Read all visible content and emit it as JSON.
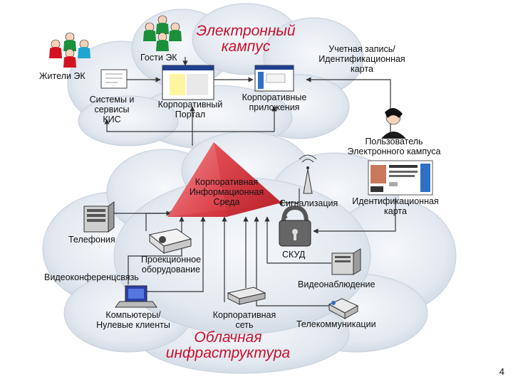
{
  "slide": {
    "title_top": [
      "Электронный",
      "кампус"
    ],
    "title_bottom": [
      "Облачная",
      "инфраструктура"
    ],
    "page_number": "4"
  },
  "nodes": {
    "residents": "Жители ЭК",
    "guests": "Гости ЭК",
    "kis": [
      "Системы и",
      "сервисы",
      "КИС"
    ],
    "portal": [
      "Корпоративный",
      "Портал"
    ],
    "apps": [
      "Корпоративные",
      "приложения"
    ],
    "account": [
      "Учетная запись/",
      "Идентификационная",
      "карта"
    ],
    "user": [
      "Пользователь",
      "Электронного кампуса"
    ],
    "cis": [
      "Корпоративная",
      "Информационная",
      "Среда"
    ],
    "signal": "Сигнализация",
    "idcard": [
      "Идентификационная",
      "карта"
    ],
    "telephony": "Телефония",
    "projection": [
      "Проекционное",
      "оборудование"
    ],
    "videoconf": "Видеоконференцсвязь",
    "skud": "СКУД",
    "surveillance": "Видеонаблюдение",
    "computers": [
      "Компьютеры/",
      "Нулевые клиенты"
    ],
    "network": [
      "Корпоративная",
      "сеть"
    ],
    "telecom": "Телекоммуникации"
  },
  "colors": {
    "title": "#c8102e",
    "cloud": "#d9e1ea",
    "pyramid": "#e04a52"
  }
}
